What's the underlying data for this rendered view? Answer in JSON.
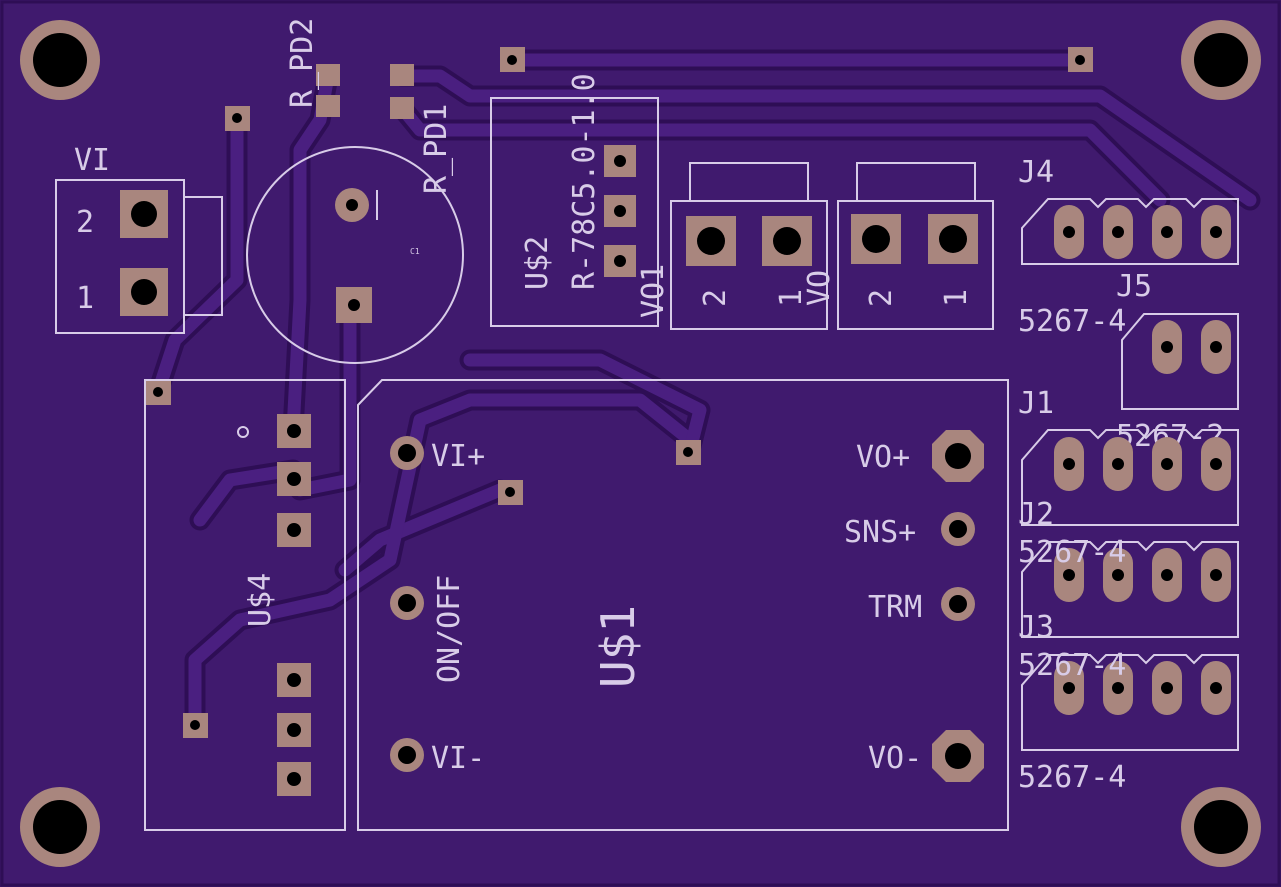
{
  "board": {
    "background_color": "#3b1566",
    "silkscreen_color": "#d8cce8",
    "copper_color": "#a9867e",
    "trace_color": "#4a1f80"
  },
  "labels": {
    "vi_connector": "VI",
    "vi_pin2": "2",
    "vi_pin1": "1",
    "r_pd2": "R_PD2",
    "r_pd1": "R_PD1",
    "c1": "C1",
    "u2_name": "U$2",
    "u2_value": "R-78C5.0-1.0",
    "vo1": "VO1",
    "vo": "VO",
    "vo1_pin2": "2",
    "vo1_pin1": "1",
    "vo_pin2": "2",
    "vo_pin1": "1",
    "j4": "J4",
    "j4_value": "5267-4",
    "j5": "J5",
    "j5_value": "5267-2",
    "j1": "J1",
    "j2": "J2",
    "j2_value": "5267-4",
    "j3": "J3",
    "j3_value": "5267-4",
    "bottom_value": "5267-4",
    "u4_name": "U$4",
    "u1_name": "U$1",
    "vi_plus": "VI+",
    "on_off": "ON/OFF",
    "vi_minus": "VI-",
    "vo_plus": "VO+",
    "sns_plus": "SNS+",
    "trm": "TRM",
    "vo_minus": "VO-"
  }
}
